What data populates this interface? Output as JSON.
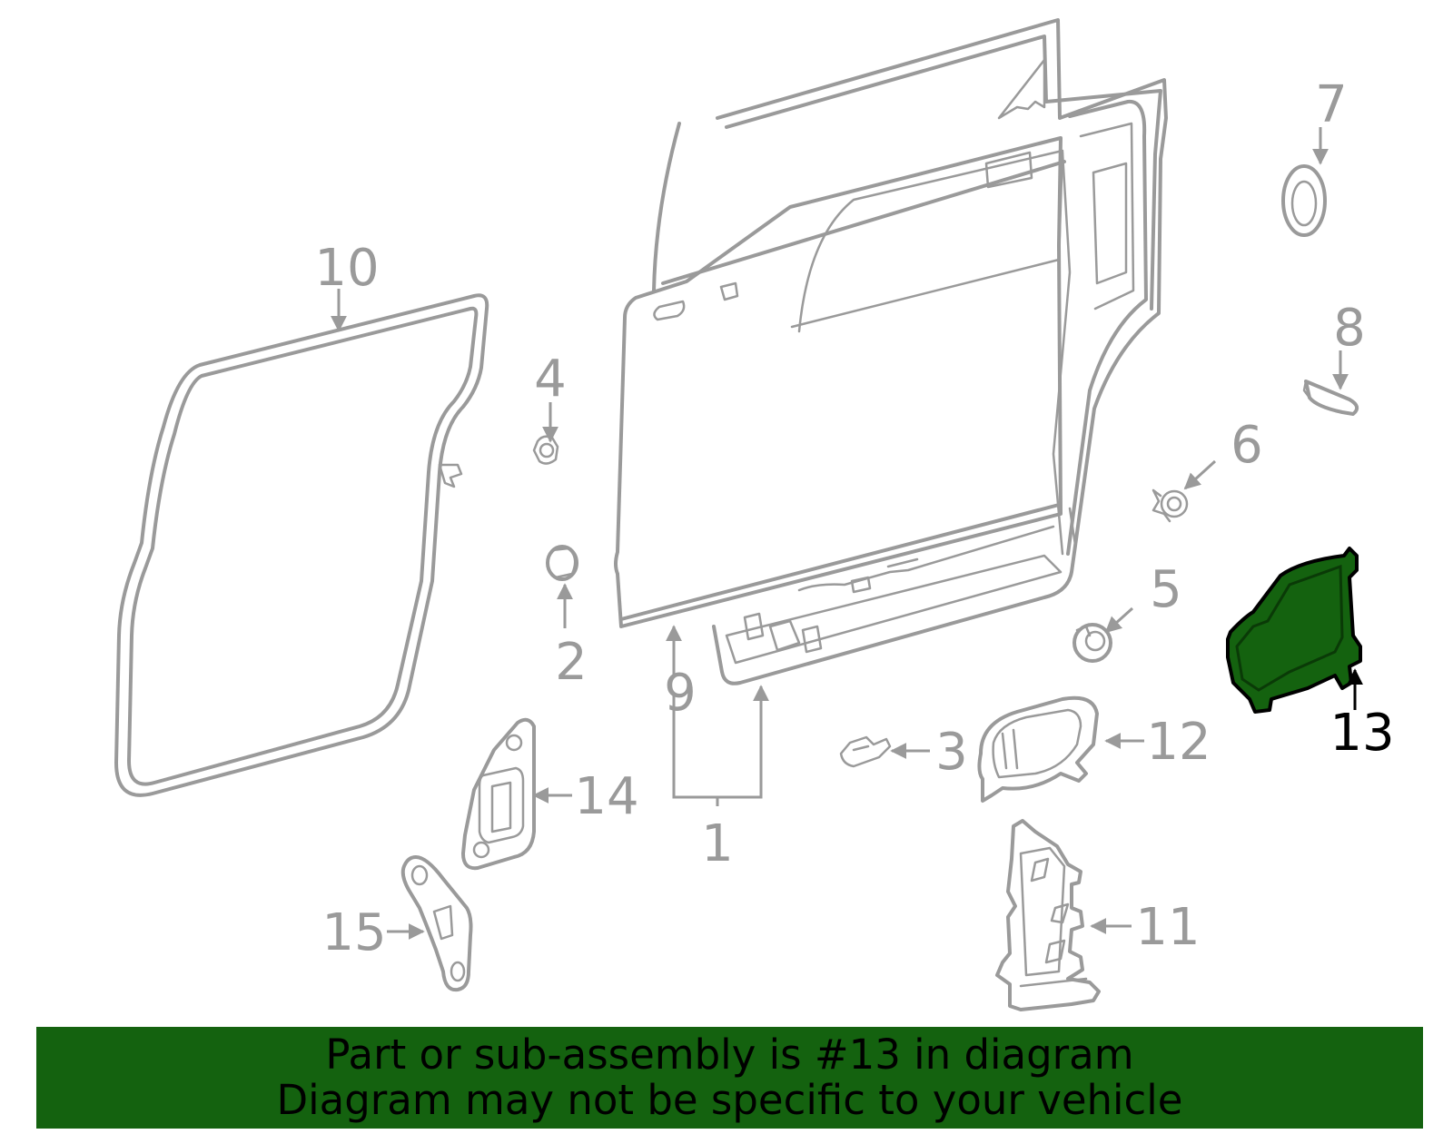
{
  "callouts": {
    "c1": "1",
    "c2": "2",
    "c3": "3",
    "c4": "4",
    "c5": "5",
    "c6": "6",
    "c7": "7",
    "c8": "8",
    "c9": "9",
    "c10": "10",
    "c11": "11",
    "c12": "12",
    "c13": "13",
    "c14": "14",
    "c15": "15"
  },
  "highlight": {
    "part_number": "13",
    "color": "#14620f"
  },
  "banner": {
    "line1": "Part or sub-assembly is #13 in diagram",
    "line2": "Diagram may not be specific to your vehicle",
    "background": "#14620f"
  }
}
